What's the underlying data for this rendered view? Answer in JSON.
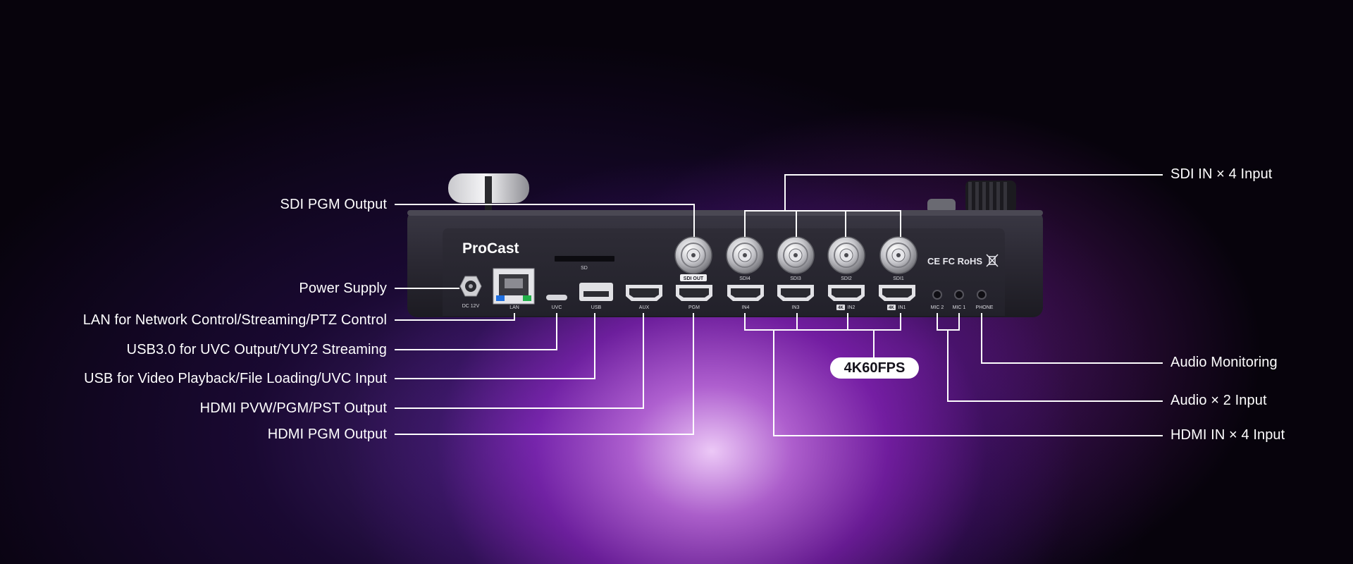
{
  "device": {
    "brand": "ProCast",
    "sd_label": "SD",
    "certifications": "CE FC RoHS",
    "ports": {
      "dc": "DC 12V",
      "lan": "LAN",
      "uvc": "UVC",
      "usb": "USB",
      "aux": "AUX",
      "pgm": "PGM",
      "in4": "IN4",
      "in3": "IN3",
      "in2": "IN2",
      "in1": "IN1",
      "sdi_out": "SDI OUT",
      "sdi4": "SDI4",
      "sdi3": "SDI3",
      "sdi2": "SDI2",
      "sdi1": "SDI1",
      "mic2": "MIC 2",
      "mic1": "MIC 1",
      "phone": "PHONE",
      "badge_4k": "4K"
    }
  },
  "callouts": {
    "left": [
      "SDI PGM Output",
      "Power Supply",
      "LAN for Network Control/Streaming/PTZ Control",
      "USB3.0 for UVC Output/YUY2 Streaming",
      "USB for Video Playback/File Loading/UVC Input",
      "HDMI PVW/PGM/PST Output",
      "HDMI PGM Output"
    ],
    "right": [
      "SDI IN × 4 Input",
      "Audio Monitoring",
      "Audio × 2 Input",
      "HDMI IN × 4 Input"
    ],
    "badge": "4K60FPS"
  },
  "colors": {
    "line": "#ffffff",
    "device_body": "#2a2833",
    "lan_blue": "#1f6fe0",
    "lan_green": "#22b04a"
  }
}
